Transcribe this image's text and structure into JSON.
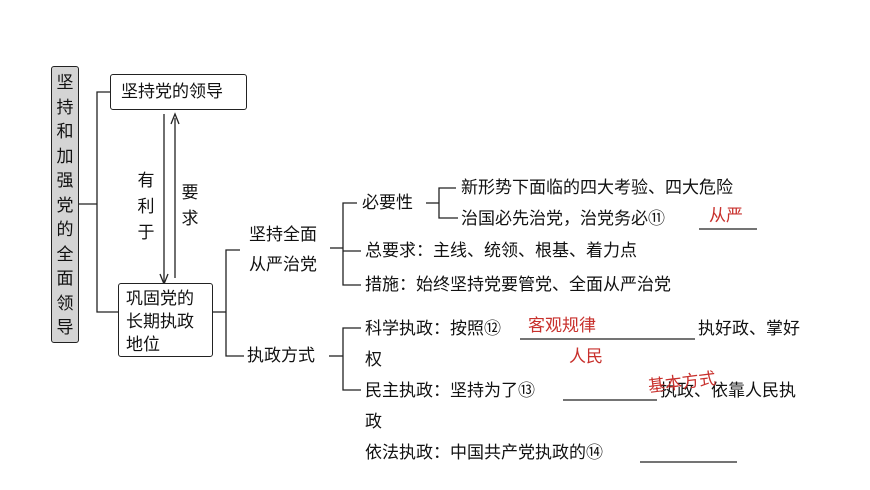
{
  "root": {
    "label": "坚持和加强党的全面领导",
    "chars": [
      "坚",
      "持",
      "和",
      "加",
      "强",
      "党",
      "的",
      "全",
      "面",
      "领",
      "导"
    ]
  },
  "top_node": {
    "label": "坚持党的领导"
  },
  "bottom_node": {
    "lines": [
      "巩固党的",
      "长期执政",
      "地位"
    ]
  },
  "link_left": {
    "chars": [
      "有",
      "利",
      "于"
    ]
  },
  "link_right": {
    "chars": [
      "要",
      "求"
    ]
  },
  "strict": {
    "title_lines": [
      "坚持全面",
      "从严治党"
    ],
    "necessity": {
      "label": "必要性",
      "items": [
        "新形势下面临的四大考验、四大危险",
        "治国必先治党，治党务必⑪"
      ],
      "answer": "从严"
    },
    "general_requirement": "总要求：主线、统领、根基、着力点",
    "measures": "措施：始终坚持党要管党、全面从严治党"
  },
  "governance": {
    "title": "执政方式",
    "science": {
      "line1_prefix": "科学执政：按照⑫",
      "line1_suffix": "执好政、掌好",
      "line2": "权",
      "answer": "客观规律"
    },
    "democracy": {
      "line1_prefix": "民主执政：坚持为了⑬",
      "line1_suffix": "执政、依靠人民执",
      "line2": "政",
      "answer_people": "人民",
      "answer_basic": "基本方式"
    },
    "law": {
      "prefix": "依法执政：中国共产党执政的⑭"
    }
  },
  "colors": {
    "answer": "#c8302c",
    "root_fill": "#d4d4d4",
    "line": "#222222"
  }
}
